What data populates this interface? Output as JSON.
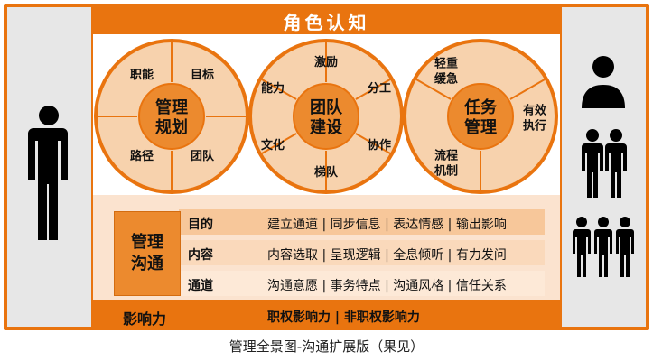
{
  "header": {
    "title": "角色认知"
  },
  "wheels": [
    {
      "center": [
        "管理",
        "规划"
      ],
      "segments": [
        "职能",
        "目标",
        "团队",
        "路径"
      ]
    },
    {
      "center": [
        "团队",
        "建设"
      ],
      "segments": [
        "激励",
        "分工",
        "协作",
        "梯队",
        "文化",
        "能力"
      ]
    },
    {
      "center": [
        "任务",
        "管理"
      ],
      "segments": [
        "轻重缓急",
        "有效执行",
        "流程机制"
      ]
    }
  ],
  "communication": {
    "title": [
      "管理",
      "沟通"
    ],
    "rows": [
      {
        "label": "目的",
        "text": "建立通道 | 同步信息 | 表达情感 | 输出影响"
      },
      {
        "label": "内容",
        "text": "内容选取 | 呈现逻辑 | 全息倾听 | 有力发问"
      },
      {
        "label": "通道",
        "text": "沟通意愿 | 事务特点 | 沟通风格 | 信任关系"
      }
    ]
  },
  "influence": {
    "title": "影响力",
    "text": "职权影响力 | 非职权影响力"
  },
  "caption": "管理全景图-沟通扩展版（果见）",
  "colors": {
    "accent": "#e9740f",
    "ring": "#f7d2ad",
    "center": "#ec8a2e",
    "panel": "#e7e7e7",
    "pale": "#fbe3cf"
  }
}
